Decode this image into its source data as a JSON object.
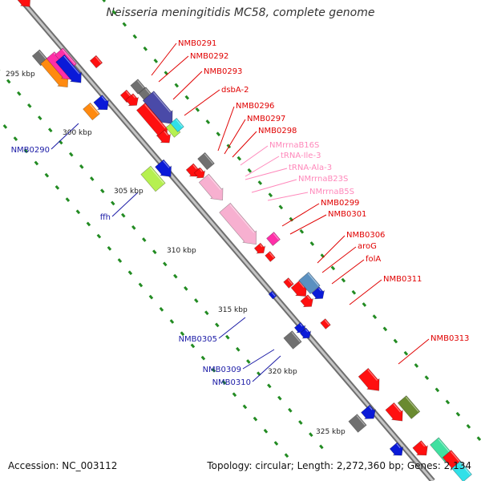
{
  "title": "Neisseria meningitidis MC58, complete genome",
  "footer": {
    "accession": "Accession: NC_003112",
    "summary": "Topology: circular; Length: 2,272,360 bp; Genes: 2,134"
  },
  "colors": {
    "backbone": "#a0a0a0",
    "tick_dot": "#228b22",
    "label_red": "#e00000",
    "label_blue": "#1a1aa6",
    "label_pink": "#ff88bb",
    "rna_pink": "#f7b0d0",
    "gene_red": "#ff1010",
    "gene_blue": "#0a1ad8",
    "gene_gray": "#707070",
    "gene_orange": "#ff8a10",
    "gene_magenta": "#ff2fa8",
    "gene_purple": "#4a4aa8",
    "gene_lime": "#b6f050",
    "gene_cyan": "#30e0e8",
    "gene_steel": "#5a90c0",
    "gene_olive": "#6a8a30",
    "gene_mint": "#40e0a0"
  },
  "position_labels": [
    "295 kbp",
    "300 kbp",
    "305 kbp",
    "310 kbp",
    "315 kbp",
    "320 kbp",
    "325 kbp"
  ],
  "gene_labels": [
    {
      "text": "NMB0291",
      "color": "red"
    },
    {
      "text": "NMB0292",
      "color": "red"
    },
    {
      "text": "NMB0293",
      "color": "red"
    },
    {
      "text": "dsbA-2",
      "color": "red"
    },
    {
      "text": "NMB0296",
      "color": "red"
    },
    {
      "text": "NMB0297",
      "color": "red"
    },
    {
      "text": "NMB0298",
      "color": "red"
    },
    {
      "text": "NMrrnaB16S",
      "color": "pink"
    },
    {
      "text": "tRNA-Ile-3",
      "color": "pink"
    },
    {
      "text": "tRNA-Ala-3",
      "color": "pink"
    },
    {
      "text": "NMrrnaB23S",
      "color": "pink"
    },
    {
      "text": "NMrrnaB5S",
      "color": "pink"
    },
    {
      "text": "NMB0299",
      "color": "red"
    },
    {
      "text": "NMB0301",
      "color": "red"
    },
    {
      "text": "NMB0306",
      "color": "red"
    },
    {
      "text": "aroG",
      "color": "red"
    },
    {
      "text": "folA",
      "color": "red"
    },
    {
      "text": "NMB0311",
      "color": "red"
    },
    {
      "text": "NMB0313",
      "color": "red"
    },
    {
      "text": "NMB0290",
      "color": "blue"
    },
    {
      "text": "ffh",
      "color": "blue"
    },
    {
      "text": "NMB0305",
      "color": "blue"
    },
    {
      "text": "NMB0309",
      "color": "blue"
    },
    {
      "text": "NMB0310",
      "color": "blue"
    }
  ]
}
